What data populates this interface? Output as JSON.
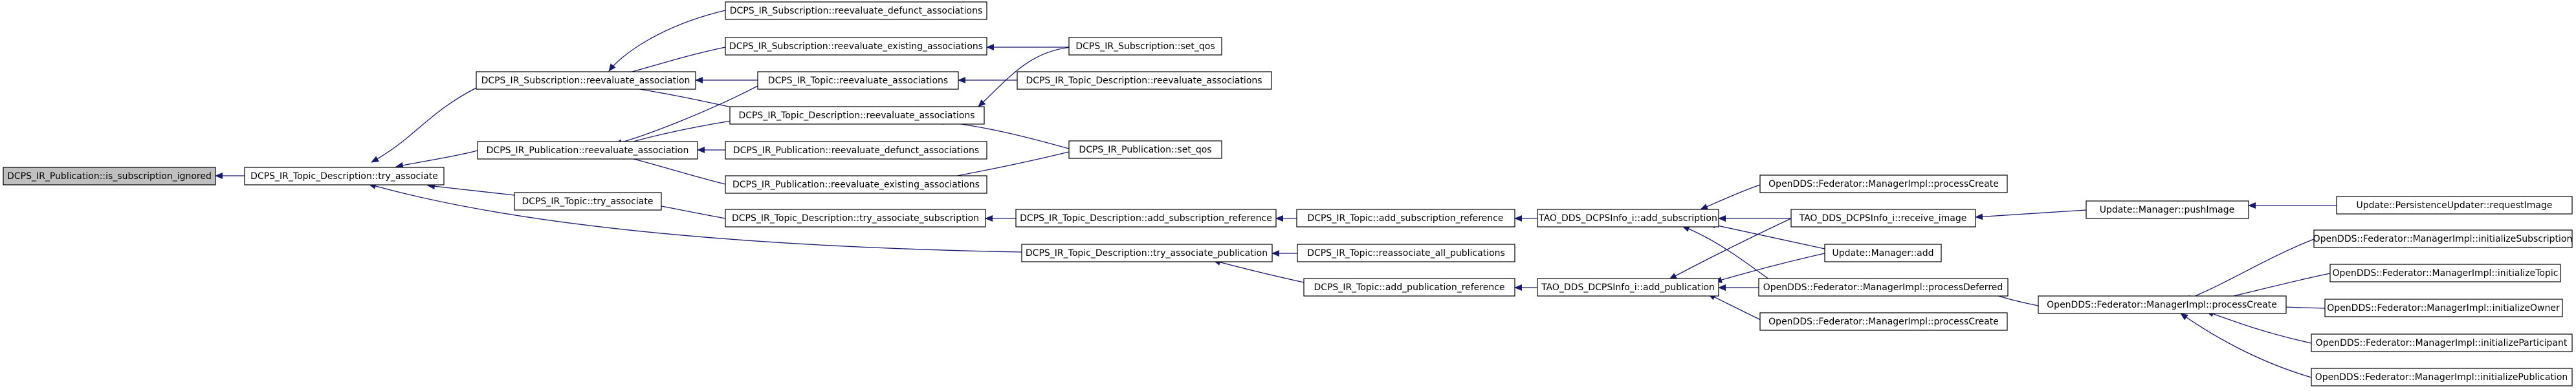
{
  "nodes": {
    "n0": "DCPS_IR_Publication::is_subscription_ignored",
    "n1": "DCPS_IR_Topic_Description::try_associate",
    "n2": "DCPS_IR_Subscription::reevaluate_association",
    "n3": "DCPS_IR_Publication::reevaluate_association",
    "n4": "DCPS_IR_Topic::try_associate",
    "n5": "DCPS_IR_Topic_Description::try_associate_publication",
    "n6": "DCPS_IR_Subscription::reevaluate_defunct_associations",
    "n7": "DCPS_IR_Subscription::reevaluate_existing_associations",
    "n8": "DCPS_IR_Topic::reevaluate_associations",
    "n9": "DCPS_IR_Topic_Description::reevaluate_associations",
    "n10": "DCPS_IR_Publication::reevaluate_defunct_associations",
    "n11": "DCPS_IR_Publication::reevaluate_existing_associations",
    "n12": "DCPS_IR_Topic_Description::try_associate_subscription",
    "n13": "DCPS_IR_Subscription::set_qos",
    "n14": "DCPS_IR_Topic_Description::reevaluate_associations",
    "n15": "DCPS_IR_Publication::set_qos",
    "n16": "DCPS_IR_Topic_Description::add_subscription_reference",
    "n17": "DCPS_IR_Topic::add_subscription_reference",
    "n18": "DCPS_IR_Topic::reassociate_all_publications",
    "n19": "DCPS_IR_Topic::add_publication_reference",
    "n20": "TAO_DDS_DCPSInfo_i::add_subscription",
    "n21": "TAO_DDS_DCPSInfo_i::add_publication",
    "n22": "OpenDDS::Federator::ManagerImpl::processCreate",
    "n23": "TAO_DDS_DCPSInfo_i::receive_image",
    "n24": "Update::Manager::add",
    "n25": "OpenDDS::Federator::ManagerImpl::processDeferred",
    "n26": "OpenDDS::Federator::ManagerImpl::processCreate",
    "n27": "Update::Manager::pushImage",
    "n28": "OpenDDS::Federator::ManagerImpl::processCreate",
    "n29": "Update::PersistenceUpdater::requestImage",
    "n30": "OpenDDS::Federator::ManagerImpl::initializeSubscription",
    "n31": "OpenDDS::Federator::ManagerImpl::initializeTopic",
    "n32": "OpenDDS::Federator::ManagerImpl::initializeOwner",
    "n33": "OpenDDS::Federator::ManagerImpl::initializeParticipant",
    "n34": "OpenDDS::Federator::ManagerImpl::initializePublication"
  },
  "colors": {
    "edge": "#191970",
    "focus_fill": "#bfbfbf",
    "node_fill": "#ffffff",
    "border": "#000000"
  }
}
